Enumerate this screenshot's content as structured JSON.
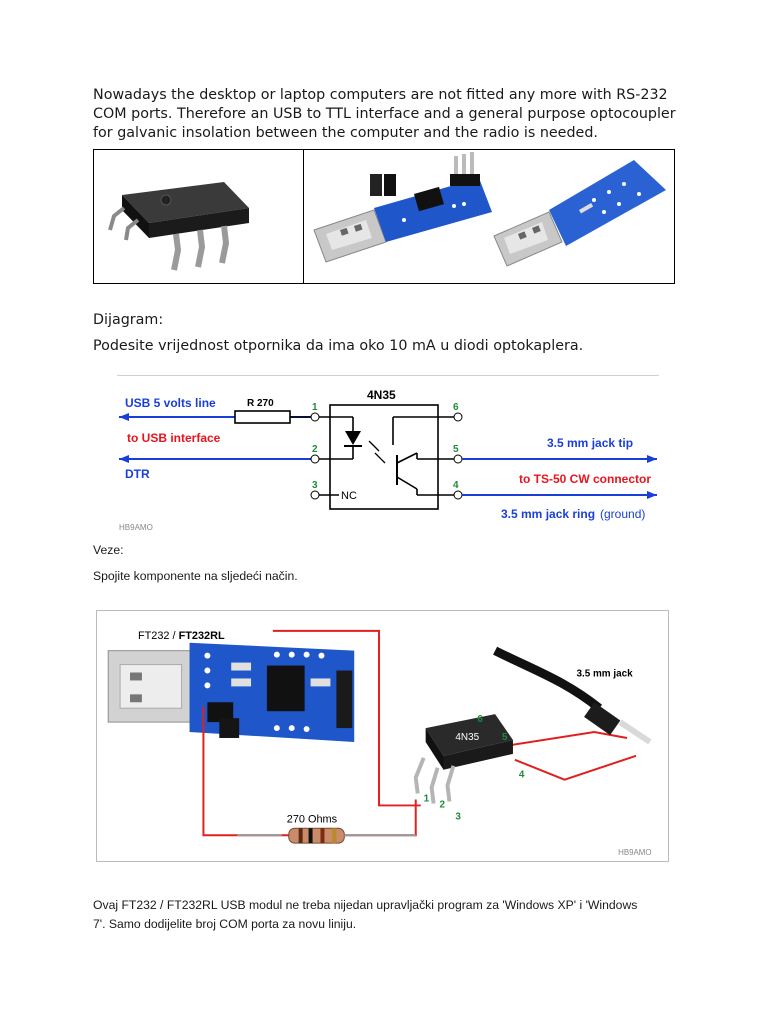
{
  "intro": {
    "lines": [
      "Nowadays the desktop or laptop computers are not fitted any more with RS-232",
      "COM ports. Therefore an USB to TTL interface and a general purpose optocoupler",
      "for galvanic insolation between the computer and the radio is needed."
    ]
  },
  "diagram_heading": "Dijagram:",
  "diagram_instruction": "Podesite vrijednost otpornika da ima oko 10 mA u diodi optokaplera.",
  "schematic": {
    "chip": "4N35",
    "resistor": "R 270",
    "usb_line": "USB  5 volts line",
    "to_usb": "to USB interface",
    "dtr": "DTR",
    "nc": "NC",
    "jack_tip": "3.5 mm jack tip",
    "to_ts50": "to TS-50 CW connector",
    "jack_ring": "3.5 mm jack ring",
    "ground": "(ground)",
    "pins": [
      "1",
      "2",
      "3",
      "4",
      "5",
      "6"
    ],
    "credit": "HB9AMO"
  },
  "connections_heading": "Veze:",
  "connections_instruction": "Spojite komponente na sljedeći način.",
  "wiring": {
    "title_prefix": "FT232 / ",
    "title_bold": "FT232RL",
    "chip": "4N35",
    "jack_label": "3.5 mm jack",
    "resistor_label": "270 Ohms",
    "pins": [
      "1",
      "2",
      "3",
      "4",
      "5",
      "6"
    ],
    "credit": "HB9AMO"
  },
  "outro": {
    "lines": [
      "Ovaj FT232 / FT232RL USB modul ne treba nijedan upravljački program za 'Windows XP' i 'Windows",
      "7'. Samo dodijelite broj COM porta za novu liniju."
    ]
  },
  "colors": {
    "blue_line": "#1a3fd8",
    "red_text": "#e8141e",
    "green_pin": "#1f8a3c",
    "red_wire": "#e02020",
    "pcb_blue": "#1f56c9"
  }
}
